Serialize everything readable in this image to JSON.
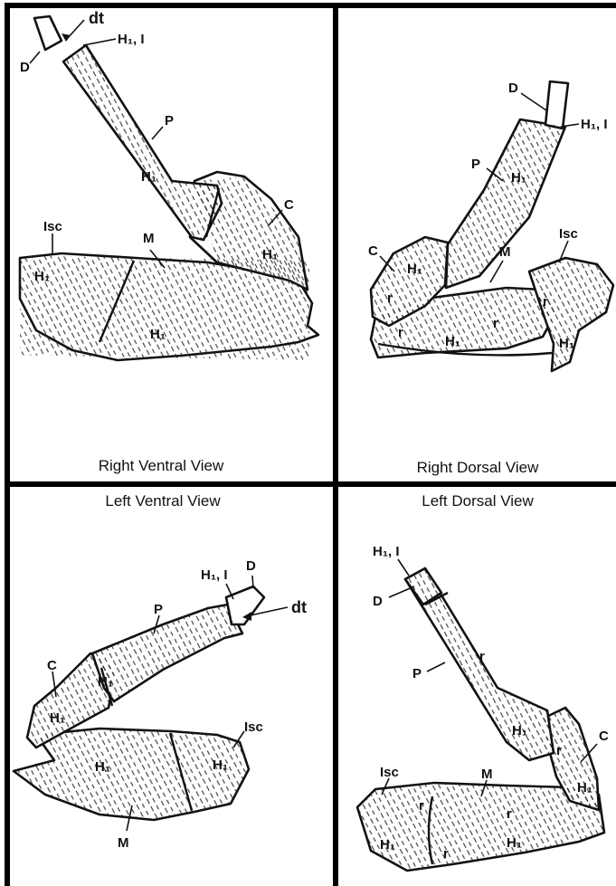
{
  "panels": [
    {
      "id": "right-ventral",
      "caption": "Right Ventral View",
      "labels": {
        "dt": "dt",
        "h1i": "H₁, I",
        "d": "D",
        "p": "P",
        "h1_prox": "H₁",
        "c": "C",
        "h1_c": "H₁",
        "isc": "Isc",
        "h1_isc": "H₁",
        "m": "M",
        "h1_m": "H₁"
      }
    },
    {
      "id": "right-dorsal",
      "caption": "Right Dorsal View",
      "labels": {
        "d": "D",
        "h1i": "H₁, I",
        "p": "P",
        "h1_prox": "H₁",
        "c": "C",
        "h1_c": "H₁",
        "r_c": "r",
        "m": "M",
        "isc": "Isc",
        "r1": "r",
        "r2": "r",
        "r3": "r",
        "h1_m": "H₁",
        "h1_isc": "H₁"
      }
    },
    {
      "id": "left-ventral",
      "caption": "Left Ventral View",
      "labels": {
        "h1i": "H₁, I",
        "d": "D",
        "dt": "dt",
        "p": "P",
        "c": "C",
        "h1_c": "H₁",
        "h1_p": "H₁",
        "isc": "Isc",
        "h1_m": "H₁",
        "h1_isc": "H₁",
        "m": "M"
      }
    },
    {
      "id": "left-dorsal",
      "caption": "Left Dorsal View",
      "labels": {
        "h1i": "H₁, I",
        "d": "D",
        "p": "P",
        "r_p": "r",
        "h1_p": "H₁",
        "r_c": "r",
        "c": "C",
        "h1_c": "H₁",
        "isc": "Isc",
        "m": "M",
        "r1": "r",
        "r2": "r",
        "r3": "r",
        "h1_isc": "H₁",
        "h1_m": "H₁"
      }
    }
  ]
}
